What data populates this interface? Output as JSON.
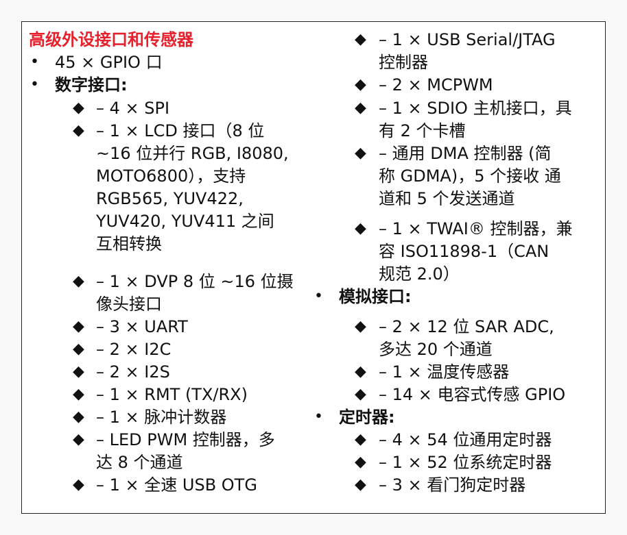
{
  "title": "高级外设接口和传感器",
  "bullet_char": "•",
  "diamond_char": "◆",
  "colors": {
    "title": "#e8202c",
    "text": "#111111",
    "border": "#222222"
  },
  "left": {
    "l1": "45 × GPIO 口",
    "l2": "数字接口:",
    "l3": "– 4 × SPI",
    "l4": "– 1 × LCD 接口（8 位",
    "l5": "~16 位并行 RGB, I8080,",
    "l6": "MOTO6800），支持",
    "l7": "RGB565, YUV422,",
    "l8": "YUV420, YUV411 之间",
    "l9": "互相转换",
    "l10": "– 1 × DVP 8 位 ~16 位摄",
    "l11": "像头接口",
    "l12": "– 3 × UART",
    "l13": "– 2 × I2C",
    "l14": "– 2 × I2S",
    "l15": "– 1 × RMT (TX/RX)",
    "l16": "– 1 × 脉冲计数器",
    "l17": "– LED PWM 控制器，多",
    "l18": "达 8 个通道",
    "l19": "– 1 × 全速 USB OTG"
  },
  "right": {
    "r1": "– 1 × USB Serial/JTAG",
    "r2": "控制器",
    "r3": "– 2 × MCPWM",
    "r4": "– 1 × SDIO 主机接口，具",
    "r5": "有 2 个卡槽",
    "r6": "– 通用 DMA 控制器 (简",
    "r7": "称 GDMA)，5 个接收 通",
    "r8": "道和 5 个发送通道",
    "r9": "– 1 × TWAI® 控制器，兼",
    "r10": "容 ISO11898-1（CAN",
    "r11": "规范 2.0）",
    "r12": "模拟接口:",
    "r13": "– 2 × 12 位 SAR ADC,",
    "r14": "多达 20 个通道",
    "r15": "– 1 × 温度传感器",
    "r16": "– 14 × 电容式传感 GPIO",
    "r17": "定时器:",
    "r18": "– 4 × 54 位通用定时器",
    "r19": "– 1 × 52 位系统定时器",
    "r20": "– 3 × 看门狗定时器"
  }
}
